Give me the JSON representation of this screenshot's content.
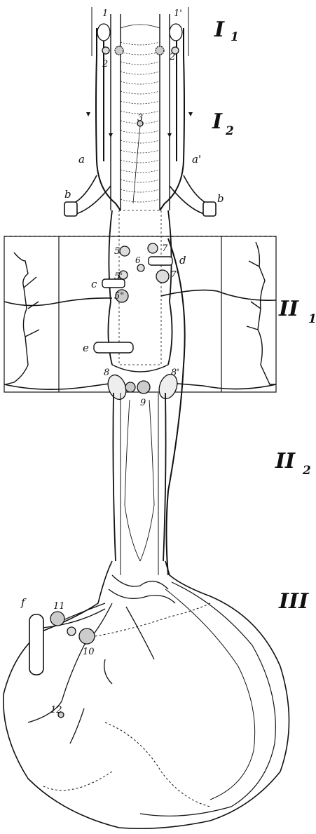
{
  "regions": {
    "I1": {
      "main": "I",
      "sub": "1"
    },
    "I2": {
      "main": "I",
      "sub": "2"
    },
    "II1": {
      "main": "II",
      "sub": "1"
    },
    "II2": {
      "main": "II",
      "sub": "2"
    },
    "III": {
      "main": "III"
    }
  },
  "node_labels": {
    "n1": "1",
    "n1p": "1'",
    "n2": "2",
    "n2p": "2'",
    "n3": "3",
    "n5": "5",
    "n5p": "5'",
    "n5pp": "5\"",
    "n6": "6",
    "n7": "7",
    "n7p": "7'",
    "n8": "8",
    "n8p": "8'",
    "n9": "9",
    "n10": "10",
    "n11": "11",
    "n12": "12"
  },
  "letter_labels": {
    "a": "a",
    "ap": "a'",
    "b_left": "b",
    "b_right": "b",
    "c": "c",
    "d": "d",
    "e": "e",
    "f": "f"
  },
  "colors": {
    "ink": "#111111",
    "paper": "#ffffff"
  }
}
